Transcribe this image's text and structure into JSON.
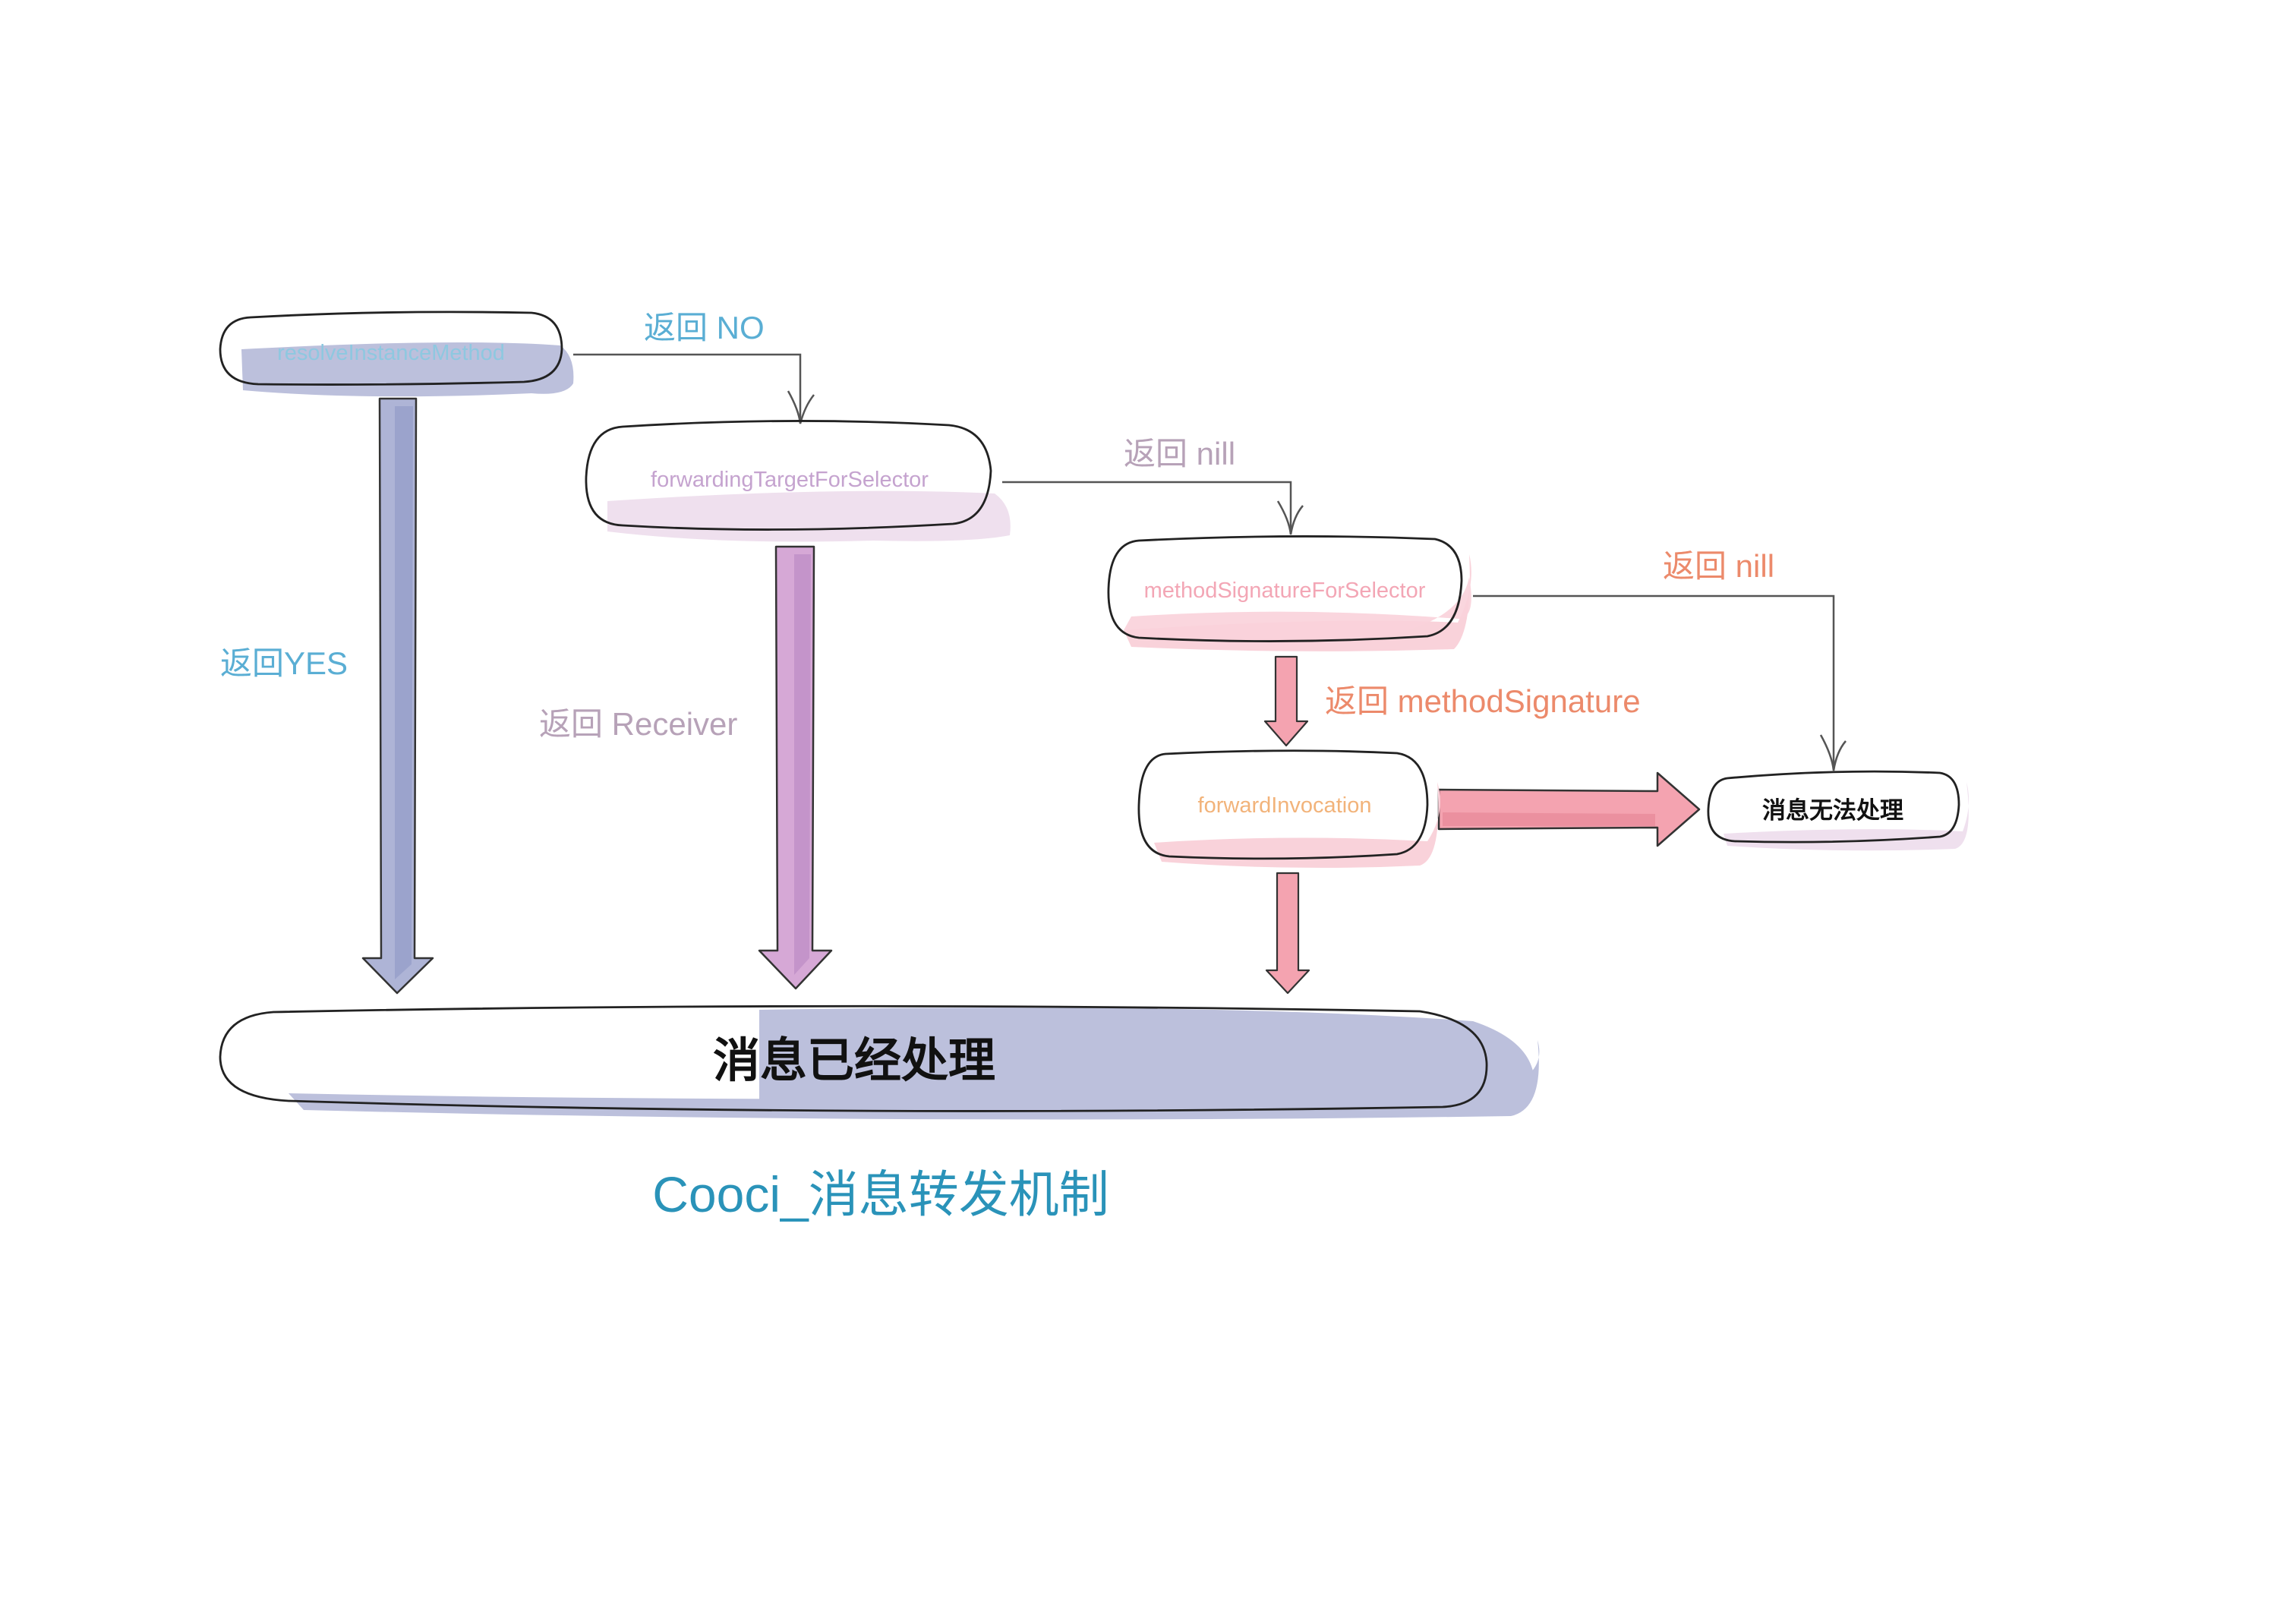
{
  "nodes": {
    "resolve": {
      "label": "resolveInstanceMethod"
    },
    "forwarding_target": {
      "label": "forwardingTargetForSelector"
    },
    "method_signature": {
      "label": "methodSignatureForSelector"
    },
    "forward_invocation": {
      "label": "forwardInvocation"
    },
    "unhandled": {
      "label": "消息无法处理"
    },
    "handled": {
      "label": "消息已经处理"
    }
  },
  "edges": {
    "resolve_no": {
      "label": "返回 NO"
    },
    "resolve_yes": {
      "label": "返回YES"
    },
    "forwarding_nil": {
      "label": "返回 nill"
    },
    "forwarding_receiver": {
      "label": "返回 Receiver"
    },
    "signature_nil": {
      "label": "返回 nill"
    },
    "signature_returned": {
      "label": "返回 methodSignature"
    }
  },
  "caption": "Cooci_消息转发机制",
  "colors": {
    "blue_label": "#5aaed4",
    "mauve_label": "#b7a2b8",
    "orange_label": "#ec8a6b",
    "caption": "#2a93b9",
    "lavender_fill": "#bcc0dc",
    "purple_fill": "#d3a8d3",
    "pink_fill": "#f4a3b0",
    "light_purple_fill": "#efe0ee",
    "light_pink_fill": "#f9d2da"
  }
}
